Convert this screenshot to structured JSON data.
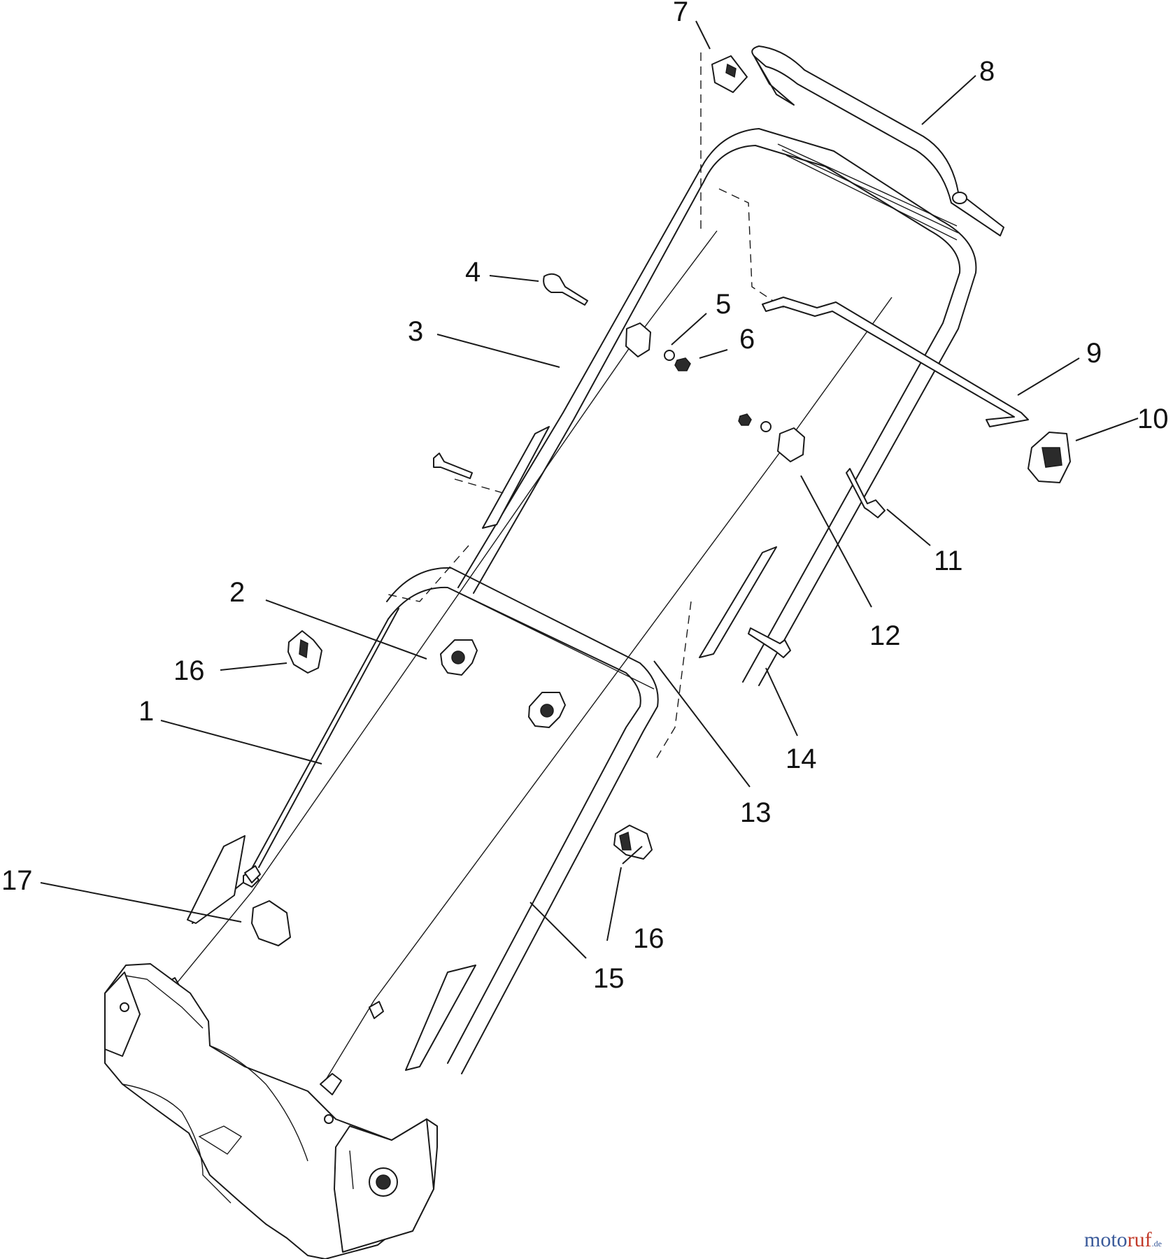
{
  "callouts": [
    {
      "id": "c7",
      "label": "7"
    },
    {
      "id": "c8",
      "label": "8"
    },
    {
      "id": "c4",
      "label": "4"
    },
    {
      "id": "c5",
      "label": "5"
    },
    {
      "id": "c6",
      "label": "6"
    },
    {
      "id": "c3",
      "label": "3"
    },
    {
      "id": "c9",
      "label": "9"
    },
    {
      "id": "c10",
      "label": "10"
    },
    {
      "id": "c11",
      "label": "11"
    },
    {
      "id": "c12",
      "label": "12"
    },
    {
      "id": "c2",
      "label": "2"
    },
    {
      "id": "c16a",
      "label": "16"
    },
    {
      "id": "c1",
      "label": "1"
    },
    {
      "id": "c14",
      "label": "14"
    },
    {
      "id": "c13",
      "label": "13"
    },
    {
      "id": "c17",
      "label": "17"
    },
    {
      "id": "c16b",
      "label": "16"
    },
    {
      "id": "c15",
      "label": "15"
    }
  ],
  "watermark": {
    "main": "moto",
    "accent": "ruf",
    "suffix": ".de"
  }
}
